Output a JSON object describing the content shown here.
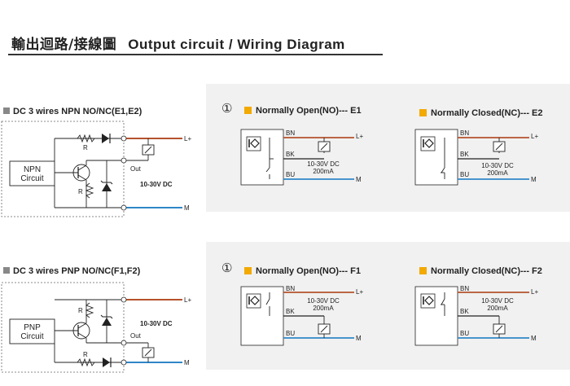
{
  "title": {
    "cn": "輸出迴路/接線圖",
    "en": "Output circuit / Wiring Diagram"
  },
  "npn": {
    "label": "DC 3 wires NPN NO/NC(E1,E2)",
    "circuit": "NPN\nCircuit",
    "r_top": "R",
    "r_side": "R",
    "out": "Out",
    "lplus": "L+",
    "minus": "M",
    "voltage": "10-30V DC"
  },
  "pnp": {
    "label": "DC 3 wires PNP NO/NC(F1,F2)",
    "circuit": "PNP\nCircuit",
    "r_side": "R",
    "r_bottom": "R",
    "out": "Out",
    "lplus": "L+",
    "minus": "M",
    "voltage": "10-30V DC"
  },
  "panels": {
    "top": {
      "marker": "①",
      "no": {
        "label": "Normally Open(NO)--- E1",
        "bn": "BN",
        "bk": "BK",
        "bu": "BU",
        "lplus": "L+",
        "minus": "M",
        "voltage": "10-30V DC",
        "current": "200mA"
      },
      "nc": {
        "label": "Normally Closed(NC)--- E2",
        "bn": "BN",
        "bk": "BK",
        "bu": "BU",
        "lplus": "L+",
        "minus": "M",
        "voltage": "10-30V DC",
        "current": "200mA"
      }
    },
    "bottom": {
      "marker": "①",
      "no": {
        "label": "Normally Open(NO)--- F1",
        "bn": "BN",
        "bk": "BK",
        "bu": "BU",
        "lplus": "L+",
        "minus": "M",
        "voltage": "10-30V DC",
        "current": "200mA"
      },
      "nc": {
        "label": "Normally Closed(NC)--- F2",
        "bn": "BN",
        "bk": "BK",
        "bu": "BU",
        "lplus": "L+",
        "minus": "M",
        "voltage": "10-30V DC",
        "current": "200mA"
      }
    }
  },
  "colors": {
    "brown": "#b5522c",
    "blue": "#2f86c7",
    "black": "#222222",
    "accent": "#f2a900",
    "panel": "#f1f1f1"
  }
}
